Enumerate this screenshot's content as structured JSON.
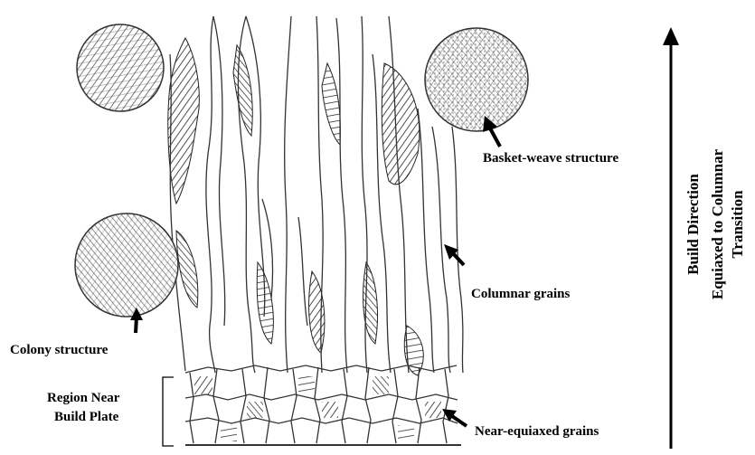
{
  "labels": {
    "basket_weave": "Basket-weave structure",
    "columnar": "Columnar grains",
    "colony": "Colony structure",
    "region_line1": "Region Near",
    "region_line2": "Build Plate",
    "near_equiaxed": "Near-equiaxed grains"
  },
  "axis": {
    "line1": "Build Direction",
    "line2": "Equiaxed to Columnar",
    "line3": "Transition"
  },
  "colors": {
    "ink": "#000000",
    "paper": "#ffffff",
    "line": "#333333"
  }
}
